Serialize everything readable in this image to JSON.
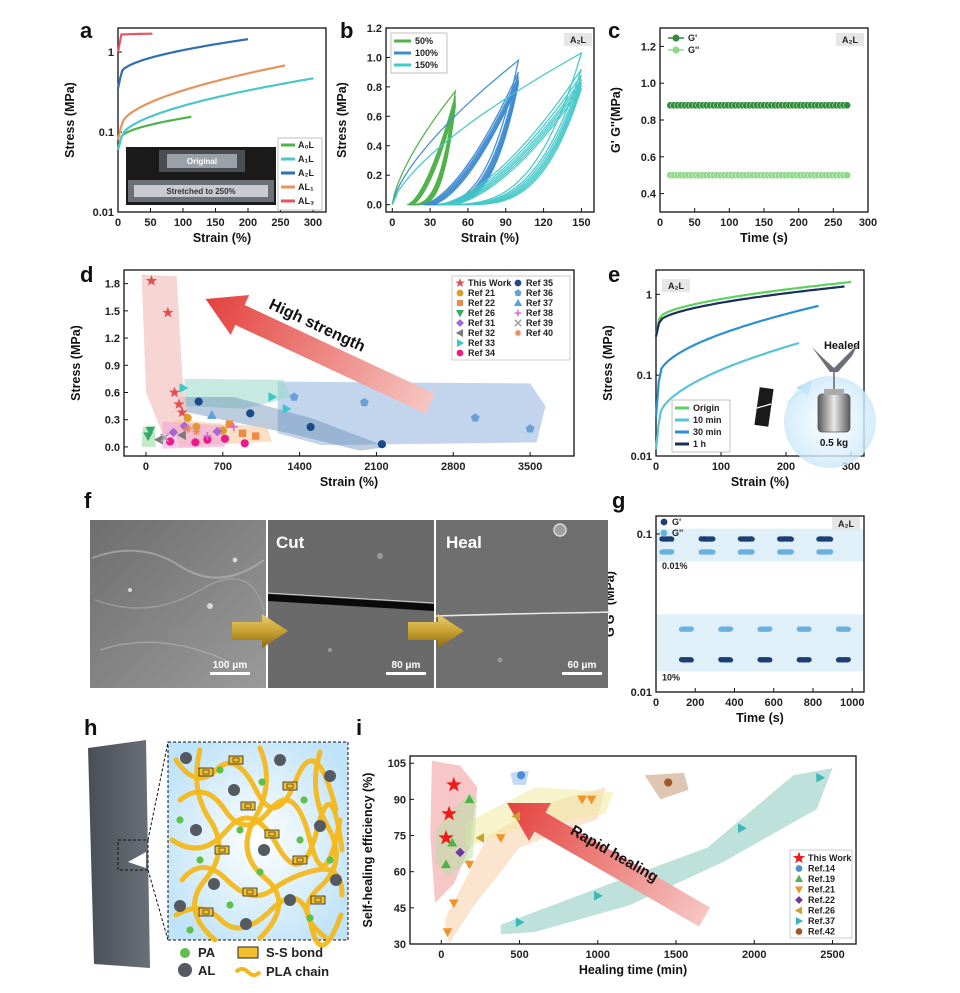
{
  "panel_labels": [
    "a",
    "b",
    "c",
    "d",
    "e",
    "f",
    "g",
    "h",
    "i"
  ],
  "colors": {
    "A0L": "#4fb24a",
    "A1L": "#4cc7c9",
    "A2L": "#2e6fb2",
    "AL1": "#e8925e",
    "AL3": "#e8545c",
    "s50": "#4fb24a",
    "s100": "#3f8bd0",
    "s150": "#45c8c8",
    "G1": "#2e8b3a",
    "G2": "#8ed88a",
    "Gg1": "#1d3f73",
    "Gg2": "#6ab0e0",
    "e_origin": "#5fcf5f",
    "e_10": "#59c3d9",
    "e_30": "#2c8fd0",
    "e_1h": "#1a2f5a"
  },
  "chart_data": [
    {
      "panel": "a",
      "type": "line",
      "xlabel": "Strain (%)",
      "ylabel": "Stress (MPa)",
      "xlim": [
        0,
        320
      ],
      "ylim": [
        0.01,
        2
      ],
      "yscale": "log",
      "xticks": [
        0,
        50,
        100,
        150,
        200,
        250,
        300
      ],
      "yticks": [
        0.01,
        0.1,
        1
      ],
      "ytick_labels": [
        "0.01",
        "0.1",
        "1"
      ],
      "series": [
        {
          "name": "A₀L",
          "key": "A0L",
          "end": [
            113,
            0.155
          ],
          "y0": 0.06,
          "y5": 0.085
        },
        {
          "name": "A₁L",
          "key": "A1L",
          "end": [
            301,
            0.47
          ],
          "y0": 0.06,
          "y5": 0.085
        },
        {
          "name": "A₂L",
          "key": "A2L",
          "end": [
            200,
            1.45
          ],
          "y0": 0.35,
          "y5": 0.55
        },
        {
          "name": "AL₁",
          "key": "AL1",
          "end": [
            257,
            0.68
          ],
          "y0": 0.08,
          "y5": 0.12
        },
        {
          "name": "AL₃",
          "key": "AL3",
          "end": [
            53,
            1.7
          ],
          "y0": 1.0,
          "y5": 1.65
        }
      ],
      "inset": {
        "top": "Original",
        "bottom": "Stretched to 250%"
      }
    },
    {
      "panel": "b",
      "type": "line",
      "xlabel": "Strain (%)",
      "ylabel": "Stress (MPa)",
      "xlim": [
        -5,
        160
      ],
      "ylim": [
        -0.05,
        1.2
      ],
      "xticks": [
        0,
        30,
        60,
        90,
        120,
        150
      ],
      "yticks": [
        0.0,
        0.2,
        0.4,
        0.6,
        0.8,
        1.0,
        1.2
      ],
      "ytick_labels": [
        "0.0",
        "0.2",
        "0.4",
        "0.6",
        "0.8",
        "1.0",
        "1.2"
      ],
      "tag": "A₂L",
      "series": [
        {
          "name": "50%",
          "key": "s50",
          "max_strain": 50,
          "peak": [
            0.77,
            0.74,
            0.72,
            0.7,
            0.69,
            0.68,
            0.67
          ],
          "final": 0.64
        },
        {
          "name": "100%",
          "key": "s100",
          "max_strain": 100,
          "peak": [
            0.98,
            0.9,
            0.87,
            0.85,
            0.84,
            0.83,
            0.82
          ],
          "final": 0.8
        },
        {
          "name": "150%",
          "key": "s150",
          "max_strain": 150,
          "peak": [
            1.03,
            0.92,
            0.88,
            0.85,
            0.83,
            0.81,
            0.79
          ],
          "final": 0.73
        }
      ]
    },
    {
      "panel": "c",
      "type": "scatter",
      "xlabel": "Time (s)",
      "ylabel": "G' G''(MPa)",
      "xlim": [
        0,
        300
      ],
      "ylim": [
        0.3,
        1.3
      ],
      "xticks": [
        0,
        50,
        100,
        150,
        200,
        250,
        300
      ],
      "yticks": [
        0.4,
        0.6,
        0.8,
        1.0,
        1.2
      ],
      "ytick_labels": [
        "0.4",
        "0.6",
        "0.8",
        "1.0",
        "1.2"
      ],
      "tag": "A₂L",
      "series": [
        {
          "name": "G'",
          "key": "G1",
          "x_range": [
            15,
            272
          ],
          "value": 0.88
        },
        {
          "name": "G''",
          "key": "G2",
          "x_range": [
            15,
            272
          ],
          "value": 0.5
        }
      ]
    },
    {
      "panel": "d",
      "type": "scatter",
      "xlabel": "Strain (%)",
      "ylabel": "Stress (MPa)",
      "xlim": [
        -200,
        3900
      ],
      "ylim": [
        -0.1,
        1.95
      ],
      "xticks": [
        0,
        700,
        1400,
        2100,
        2800,
        3500
      ],
      "yticks": [
        0.0,
        0.3,
        0.6,
        0.9,
        1.2,
        1.5,
        1.8
      ],
      "ytick_labels": [
        "0.0",
        "0.3",
        "0.6",
        "0.9",
        "1.2",
        "1.5",
        "1.8"
      ],
      "annotation": "High strength",
      "series": [
        {
          "name": "This Work",
          "color": "#e0504f",
          "marker": "star",
          "points": [
            [
              50,
              1.83
            ],
            [
              200,
              1.48
            ],
            [
              260,
              0.6
            ],
            [
              300,
              0.47
            ],
            [
              330,
              0.38
            ]
          ]
        },
        {
          "name": "Ref 21",
          "color": "#e09a2a",
          "marker": "circle",
          "points": [
            [
              380,
              0.32
            ],
            [
              460,
              0.22
            ],
            [
              700,
              0.18
            ]
          ]
        },
        {
          "name": "Ref 22",
          "color": "#ef8a44",
          "marker": "square",
          "points": [
            [
              760,
              0.25
            ],
            [
              880,
              0.15
            ],
            [
              1000,
              0.12
            ]
          ]
        },
        {
          "name": "Ref 26",
          "color": "#34a96a",
          "marker": "tri-down",
          "points": [
            [
              20,
              0.12
            ],
            [
              40,
              0.18
            ]
          ]
        },
        {
          "name": "Ref 31",
          "color": "#a865d6",
          "marker": "diamond",
          "points": [
            [
              250,
              0.16
            ],
            [
              350,
              0.23
            ],
            [
              650,
              0.17
            ]
          ]
        },
        {
          "name": "Ref 32",
          "color": "#7a7a7a",
          "marker": "tri-left",
          "points": [
            [
              120,
              0.08
            ],
            [
              330,
              0.13
            ]
          ]
        },
        {
          "name": "Ref 33",
          "color": "#3ac8c8",
          "marker": "tri-right",
          "points": [
            [
              340,
              0.65
            ],
            [
              1150,
              0.55
            ],
            [
              1280,
              0.42
            ]
          ]
        },
        {
          "name": "Ref 34",
          "color": "#ee1a8a",
          "marker": "circle",
          "points": [
            [
              220,
              0.06
            ],
            [
              450,
              0.05
            ],
            [
              560,
              0.08
            ],
            [
              720,
              0.09
            ],
            [
              900,
              0.04
            ]
          ]
        },
        {
          "name": "Ref 35",
          "color": "#1c4a88",
          "marker": "circle",
          "points": [
            [
              480,
              0.5
            ],
            [
              950,
              0.37
            ],
            [
              1500,
              0.22
            ],
            [
              2150,
              0.03
            ]
          ]
        },
        {
          "name": "Ref 36",
          "color": "#6a9fd8",
          "marker": "pentagon",
          "points": [
            [
              1350,
              0.55
            ],
            [
              1990,
              0.49
            ],
            [
              3000,
              0.32
            ],
            [
              3500,
              0.2
            ]
          ]
        },
        {
          "name": "Ref 37",
          "color": "#5aa0e0",
          "marker": "tri-up",
          "points": [
            [
              600,
              0.35
            ]
          ]
        },
        {
          "name": "Ref 38",
          "color": "#d66ad6",
          "marker": "plus",
          "points": [
            [
              560,
              0.12
            ],
            [
              800,
              0.22
            ]
          ]
        },
        {
          "name": "Ref 39",
          "color": "#a4a4a4",
          "marker": "cross",
          "points": [
            [
              170,
              0.1
            ]
          ]
        },
        {
          "name": "Ref 40",
          "color": "#e58a5a",
          "marker": "asterisk",
          "points": [
            [
              380,
              0.2
            ],
            [
              460,
              0.17
            ]
          ]
        }
      ]
    },
    {
      "panel": "e",
      "type": "line",
      "xlabel": "Strain (%)",
      "ylabel": "Stress (MPa)",
      "xlim": [
        0,
        320
      ],
      "ylim": [
        0.01,
        2
      ],
      "yscale": "log",
      "xticks": [
        0,
        100,
        200,
        300
      ],
      "yticks": [
        0.01,
        0.1,
        1
      ],
      "ytick_labels": [
        "0.01",
        "0.1",
        "1"
      ],
      "tag": "A₂L",
      "series": [
        {
          "name": "Origin",
          "key": "e_origin",
          "end": [
            300,
            1.42
          ],
          "y0": 0.3,
          "y5": 0.5
        },
        {
          "name": "10 min",
          "key": "e_10",
          "end": [
            220,
            0.25
          ],
          "y0": 0.012,
          "y5": 0.03
        },
        {
          "name": "30 min",
          "key": "e_30",
          "end": [
            250,
            0.72
          ],
          "y0": 0.03,
          "y5": 0.1
        },
        {
          "name": "1 h",
          "key": "e_1h",
          "end": [
            290,
            1.25
          ],
          "y0": 0.3,
          "y5": 0.45
        }
      ],
      "inset": {
        "healed": "Healed",
        "weight": "0.5 kg"
      }
    },
    {
      "panel": "g",
      "type": "scatter",
      "xlabel": "Time (s)",
      "ylabel": "G'G'' (MPa)",
      "xlim": [
        0,
        1060
      ],
      "ylim": [
        0.01,
        0.13
      ],
      "yscale": "log",
      "xticks": [
        0,
        200,
        400,
        600,
        800,
        1000
      ],
      "yticks": [
        0.01,
        0.1
      ],
      "ytick_labels": [
        "0.01",
        "0.1"
      ],
      "tag": "A₂L",
      "groups": [
        {
          "label": "0.01%",
          "segments": [
            [
              30,
              80
            ],
            [
              230,
              290
            ],
            [
              430,
              490
            ],
            [
              630,
              690
            ],
            [
              830,
              890
            ]
          ],
          "Gp": 0.093,
          "Gpp": 0.077
        },
        {
          "label": "10%",
          "segments": [
            [
              130,
              180
            ],
            [
              330,
              380
            ],
            [
              530,
              580
            ],
            [
              730,
              780
            ],
            [
              930,
              980
            ]
          ],
          "Gp": 0.016,
          "Gpp": 0.025
        }
      ],
      "series": [
        {
          "name": "G'",
          "key": "Gg1"
        },
        {
          "name": "G''",
          "key": "Gg2"
        }
      ]
    },
    {
      "panel": "i",
      "type": "scatter",
      "xlabel": "Healing time (min)",
      "ylabel": "Self-healing efficiency (%)",
      "xlim": [
        -200,
        2650
      ],
      "ylim": [
        30,
        108
      ],
      "xticks": [
        0,
        500,
        1000,
        1500,
        2000,
        2500
      ],
      "yticks": [
        30,
        45,
        60,
        75,
        90,
        105
      ],
      "ytick_labels": [
        "30",
        "45",
        "60",
        "75",
        "90",
        "105"
      ],
      "annotation": "Rapid healing",
      "series": [
        {
          "name": "This Work",
          "color": "#ef1a1a",
          "marker": "star",
          "points": [
            [
              30,
              74
            ],
            [
              50,
              84
            ],
            [
              80,
              96
            ]
          ]
        },
        {
          "name": "Ref.14",
          "color": "#4d8fd6",
          "marker": "circle",
          "points": [
            [
              510,
              100
            ]
          ]
        },
        {
          "name": "Ref.19",
          "color": "#4fb24a",
          "marker": "tri-up",
          "points": [
            [
              30,
              63
            ],
            [
              70,
              72
            ],
            [
              180,
              90
            ]
          ]
        },
        {
          "name": "Ref.21",
          "color": "#f0932a",
          "marker": "tri-down",
          "points": [
            [
              40,
              35
            ],
            [
              80,
              47
            ],
            [
              180,
              63
            ],
            [
              380,
              74
            ],
            [
              900,
              90
            ],
            [
              960,
              90
            ]
          ]
        },
        {
          "name": "Ref.22",
          "color": "#6a3aa0",
          "marker": "diamond",
          "points": [
            [
              120,
              68
            ]
          ]
        },
        {
          "name": "Ref.26",
          "color": "#caa030",
          "marker": "tri-left",
          "points": [
            [
              250,
              74
            ],
            [
              480,
              83
            ]
          ]
        },
        {
          "name": "Ref.37",
          "color": "#3ab8b8",
          "marker": "tri-right",
          "points": [
            [
              500,
              39
            ],
            [
              1000,
              50
            ],
            [
              1920,
              78
            ],
            [
              2420,
              99
            ]
          ]
        },
        {
          "name": "Ref.42",
          "color": "#a05a2a",
          "marker": "circle",
          "points": [
            [
              1450,
              97
            ]
          ]
        }
      ]
    }
  ],
  "panel_f": {
    "labels": [
      "Cut",
      "Heal"
    ],
    "scales": [
      "100 μm",
      "80 μm",
      "60 μm"
    ]
  },
  "panel_h": {
    "legend": [
      "PA",
      "AL",
      "S-S bond",
      "PLA chain"
    ]
  }
}
